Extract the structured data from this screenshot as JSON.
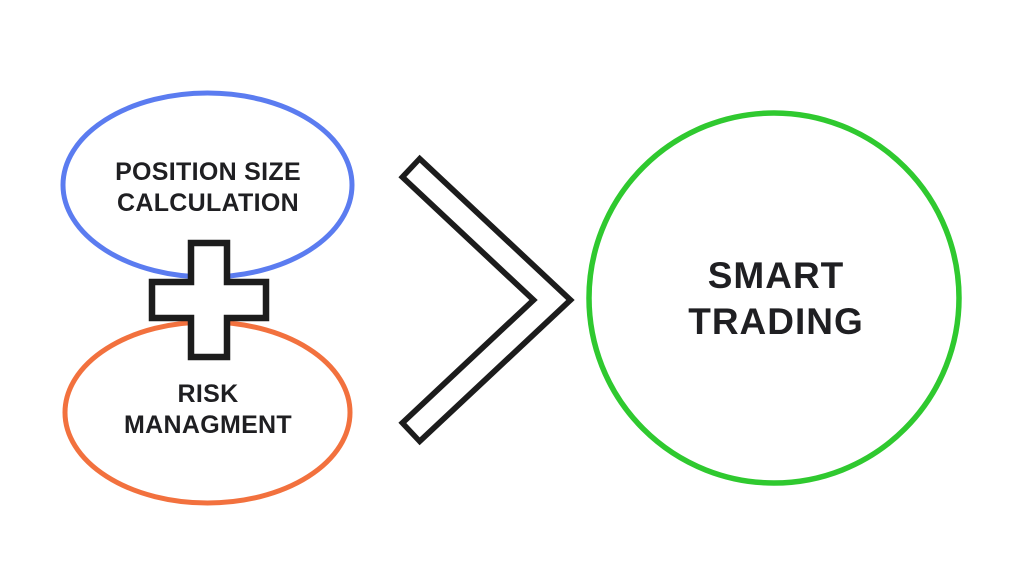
{
  "background_color": "#ffffff",
  "diagram": {
    "text_color": "#1f1f22",
    "outline_color": "#1c1c1c",
    "nodes": [
      {
        "id": "position-size-calculation",
        "shape": "ellipse",
        "stroke_color": "#5b7cf0",
        "lines": [
          "POSITION SIZE",
          "CALCULATION"
        ]
      },
      {
        "id": "risk-managment",
        "shape": "ellipse",
        "stroke_color": "#f2713e",
        "lines": [
          "RISK",
          "MANAGMENT"
        ]
      },
      {
        "id": "smart-trading",
        "shape": "circle",
        "stroke_color": "#2fc92f",
        "lines": [
          "SMART",
          "TRADING"
        ]
      }
    ],
    "icons": [
      {
        "name": "plus-icon"
      },
      {
        "name": "chevron-right-icon"
      }
    ]
  }
}
